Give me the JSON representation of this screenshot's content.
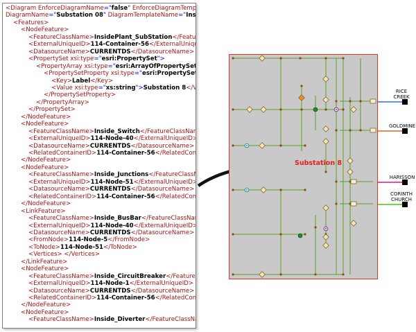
{
  "xml": {
    "lines": [
      {
        "indent": 0,
        "parts": [
          {
            "c": "tag",
            "t": "<Diagram "
          },
          {
            "c": "attr",
            "t": "EnforceDiagramName"
          },
          {
            "c": "aval",
            "t": "=\""
          },
          {
            "c": "txt",
            "t": "false"
          },
          {
            "c": "aval",
            "t": "\" "
          },
          {
            "c": "attr",
            "t": "EnforceDiagramTemplateName"
          },
          {
            "c": "aval",
            "t": "=\""
          },
          {
            "c": "txt",
            "t": "false"
          },
          {
            "c": "aval",
            "t": "\""
          }
        ]
      },
      {
        "indent": 0,
        "parts": [
          {
            "c": "attr",
            "t": "DiagramName"
          },
          {
            "c": "aval",
            "t": "=\""
          },
          {
            "c": "txt",
            "t": "Substation 08"
          },
          {
            "c": "aval",
            "t": "\" "
          },
          {
            "c": "attr",
            "t": "DiagramTemplateName"
          },
          {
            "c": "aval",
            "t": "=\""
          },
          {
            "c": "txt",
            "t": "InsidePlants"
          },
          {
            "c": "aval",
            "t": "\">"
          }
        ]
      },
      {
        "indent": 1,
        "parts": [
          {
            "c": "tag",
            "t": "<Features>"
          }
        ]
      },
      {
        "indent": 2,
        "parts": [
          {
            "c": "tag",
            "t": "<NodeFeature>"
          }
        ]
      },
      {
        "indent": 3,
        "parts": [
          {
            "c": "tag",
            "t": "<FeatureClassName>"
          },
          {
            "c": "txt",
            "t": "InsidePlant_SubStation"
          },
          {
            "c": "tag",
            "t": "</FeatureClassName>"
          }
        ]
      },
      {
        "indent": 3,
        "parts": [
          {
            "c": "tag",
            "t": "<ExternalUniqueID>"
          },
          {
            "c": "txt",
            "t": "114-Container-56"
          },
          {
            "c": "tag",
            "t": "</ExternalUniqueID>"
          }
        ]
      },
      {
        "indent": 3,
        "parts": [
          {
            "c": "tag",
            "t": "<DatasourceName>"
          },
          {
            "c": "txt",
            "t": "CURRENTDS"
          },
          {
            "c": "tag",
            "t": "</DatasourceName>"
          }
        ]
      },
      {
        "indent": 3,
        "parts": [
          {
            "c": "tag",
            "t": "<PropertySet "
          },
          {
            "c": "attr",
            "t": "xsi:type"
          },
          {
            "c": "aval",
            "t": "=\""
          },
          {
            "c": "txt",
            "t": "esri:PropertySet"
          },
          {
            "c": "aval",
            "t": "\">"
          }
        ]
      },
      {
        "indent": 4,
        "parts": [
          {
            "c": "tag",
            "t": "<PropertyArray "
          },
          {
            "c": "attr",
            "t": "xsi:type"
          },
          {
            "c": "aval",
            "t": "=\""
          },
          {
            "c": "txt",
            "t": "esri:ArrayOfPropertySetProperty"
          },
          {
            "c": "aval",
            "t": "\">"
          }
        ]
      },
      {
        "indent": 5,
        "parts": [
          {
            "c": "tag",
            "t": "<PropertySetProperty "
          },
          {
            "c": "attr",
            "t": "xsi:type"
          },
          {
            "c": "aval",
            "t": "=\""
          },
          {
            "c": "txt",
            "t": "esri:PropertySetProperty"
          },
          {
            "c": "aval",
            "t": "\">"
          }
        ]
      },
      {
        "indent": 6,
        "parts": [
          {
            "c": "tag",
            "t": "<Key>"
          },
          {
            "c": "txt",
            "t": "Label"
          },
          {
            "c": "tag",
            "t": "</Key>"
          }
        ]
      },
      {
        "indent": 6,
        "parts": [
          {
            "c": "tag",
            "t": "<Value "
          },
          {
            "c": "attr",
            "t": "xsi:type"
          },
          {
            "c": "aval",
            "t": "=\""
          },
          {
            "c": "txt",
            "t": "xs:string"
          },
          {
            "c": "aval",
            "t": "\">"
          },
          {
            "c": "txt",
            "t": "Substation 8"
          },
          {
            "c": "tag",
            "t": "</Value>"
          }
        ]
      },
      {
        "indent": 5,
        "parts": [
          {
            "c": "tag",
            "t": "</PropertySetProperty>"
          }
        ]
      },
      {
        "indent": 4,
        "parts": [
          {
            "c": "tag",
            "t": "</PropertyArray>"
          }
        ]
      },
      {
        "indent": 3,
        "parts": [
          {
            "c": "tag",
            "t": "</PropertySet>"
          }
        ]
      },
      {
        "indent": 2,
        "parts": [
          {
            "c": "tag",
            "t": "</NodeFeature>"
          }
        ]
      },
      {
        "indent": 2,
        "parts": [
          {
            "c": "tag",
            "t": "<NodeFeature>"
          }
        ]
      },
      {
        "indent": 3,
        "parts": [
          {
            "c": "tag",
            "t": "<FeatureClassName>"
          },
          {
            "c": "txt",
            "t": "Inside_Switch"
          },
          {
            "c": "tag",
            "t": "</FeatureClassName>"
          }
        ]
      },
      {
        "indent": 3,
        "parts": [
          {
            "c": "tag",
            "t": "<ExternalUniqueID>"
          },
          {
            "c": "txt",
            "t": "114-Node-40"
          },
          {
            "c": "tag",
            "t": "</ExternalUniqueID>"
          }
        ]
      },
      {
        "indent": 3,
        "parts": [
          {
            "c": "tag",
            "t": "<DatasourceName>"
          },
          {
            "c": "txt",
            "t": "CURRENTDS"
          },
          {
            "c": "tag",
            "t": "</DatasourceName>"
          }
        ]
      },
      {
        "indent": 3,
        "parts": [
          {
            "c": "tag",
            "t": "<RelatedContainerID>"
          },
          {
            "c": "txt",
            "t": "114-Container-56"
          },
          {
            "c": "tag",
            "t": "</RelatedContainerID>"
          }
        ]
      },
      {
        "indent": 2,
        "parts": [
          {
            "c": "tag",
            "t": "</NodeFeature>"
          }
        ]
      },
      {
        "indent": 2,
        "parts": [
          {
            "c": "tag",
            "t": "<NodeFeature>"
          }
        ]
      },
      {
        "indent": 3,
        "parts": [
          {
            "c": "tag",
            "t": "<FeatureClassName>"
          },
          {
            "c": "txt",
            "t": "Inside_Junctions"
          },
          {
            "c": "tag",
            "t": "</FeatureClassName>"
          }
        ]
      },
      {
        "indent": 3,
        "parts": [
          {
            "c": "tag",
            "t": "<ExternalUniqueID>"
          },
          {
            "c": "txt",
            "t": "114-Node-51"
          },
          {
            "c": "tag",
            "t": "</ExternalUniqueID>"
          }
        ]
      },
      {
        "indent": 3,
        "parts": [
          {
            "c": "tag",
            "t": "<DatasourceName>"
          },
          {
            "c": "txt",
            "t": "CURRENTDS"
          },
          {
            "c": "tag",
            "t": "</DatasourceName>"
          }
        ]
      },
      {
        "indent": 3,
        "parts": [
          {
            "c": "tag",
            "t": "<RelatedContainerID>"
          },
          {
            "c": "txt",
            "t": "114-Container-56"
          },
          {
            "c": "tag",
            "t": "</RelatedContainerID>"
          }
        ]
      },
      {
        "indent": 2,
        "parts": [
          {
            "c": "tag",
            "t": "</NodeFeature>"
          }
        ]
      },
      {
        "indent": 2,
        "parts": [
          {
            "c": "tag",
            "t": "<LinkFeature>"
          }
        ]
      },
      {
        "indent": 3,
        "parts": [
          {
            "c": "tag",
            "t": "<FeatureClassName>"
          },
          {
            "c": "txt",
            "t": "Inside_BusBar"
          },
          {
            "c": "tag",
            "t": "</FeatureClassName>"
          }
        ]
      },
      {
        "indent": 3,
        "parts": [
          {
            "c": "tag",
            "t": "<ExternalUniqueID>"
          },
          {
            "c": "txt",
            "t": "114-Node-40"
          },
          {
            "c": "tag",
            "t": "</ExternalUniqueID>"
          }
        ]
      },
      {
        "indent": 3,
        "parts": [
          {
            "c": "tag",
            "t": "<DatasourceName>"
          },
          {
            "c": "txt",
            "t": "CURRENTDS"
          },
          {
            "c": "tag",
            "t": "</DatasourceName>"
          }
        ]
      },
      {
        "indent": 3,
        "parts": [
          {
            "c": "tag",
            "t": "<FromNode>"
          },
          {
            "c": "txt",
            "t": "114-Node-5"
          },
          {
            "c": "tag",
            "t": "</FromNode>"
          }
        ]
      },
      {
        "indent": 3,
        "parts": [
          {
            "c": "tag",
            "t": "<ToNode>"
          },
          {
            "c": "txt",
            "t": "114-Node-51"
          },
          {
            "c": "tag",
            "t": "</ToNode>"
          }
        ]
      },
      {
        "indent": 3,
        "parts": [
          {
            "c": "tag",
            "t": "<Vertices> </Vertices>"
          }
        ]
      },
      {
        "indent": 2,
        "parts": [
          {
            "c": "tag",
            "t": "</LinkFeature>"
          }
        ]
      },
      {
        "indent": 2,
        "parts": [
          {
            "c": "tag",
            "t": "<NodeFeature>"
          }
        ]
      },
      {
        "indent": 3,
        "parts": [
          {
            "c": "tag",
            "t": "<FeatureClassName>"
          },
          {
            "c": "txt",
            "t": "Inside_CircuitBreaker"
          },
          {
            "c": "tag",
            "t": "</FeatureClassName>"
          }
        ]
      },
      {
        "indent": 3,
        "parts": [
          {
            "c": "tag",
            "t": "<ExternalUniqueID>"
          },
          {
            "c": "txt",
            "t": "114-Node-1"
          },
          {
            "c": "tag",
            "t": "</ExternalUniqueID>"
          }
        ]
      },
      {
        "indent": 3,
        "parts": [
          {
            "c": "tag",
            "t": "<DatasourceName>"
          },
          {
            "c": "txt",
            "t": "CURRENTDS"
          },
          {
            "c": "tag",
            "t": "</DatasourceName>"
          }
        ]
      },
      {
        "indent": 3,
        "parts": [
          {
            "c": "tag",
            "t": "<RelatedContainerID>"
          },
          {
            "c": "txt",
            "t": "114-Container-56"
          },
          {
            "c": "tag",
            "t": "</RelatedContainerID>"
          }
        ]
      },
      {
        "indent": 2,
        "parts": [
          {
            "c": "tag",
            "t": "</NodeFeature>"
          }
        ]
      },
      {
        "indent": 2,
        "parts": [
          {
            "c": "tag",
            "t": "<NodeFeature>"
          }
        ]
      },
      {
        "indent": 3,
        "parts": [
          {
            "c": "tag",
            "t": "<FeatureClassName>"
          },
          {
            "c": "txt",
            "t": "Inside_Diverter"
          },
          {
            "c": "tag",
            "t": "</FeatureClassName>"
          }
        ]
      }
    ]
  },
  "diagram": {
    "label": "Substation 8",
    "customers": {
      "rice": "RICE CREEK",
      "goldmine": "GOLDMINE",
      "harisson": "HARISSON",
      "corinth": "CORINTH CHURCH"
    },
    "colors": {
      "fill": "#c9c9c9",
      "border": "#e0302c",
      "line": "#5a9e1f",
      "node": "#8a4a12",
      "label": "#e0201c",
      "rice_line": "#2f6fd8",
      "goldmine_line": "#d8651d",
      "harisson_line": "#c0208a",
      "corinth_line": "#4cc21a"
    }
  }
}
